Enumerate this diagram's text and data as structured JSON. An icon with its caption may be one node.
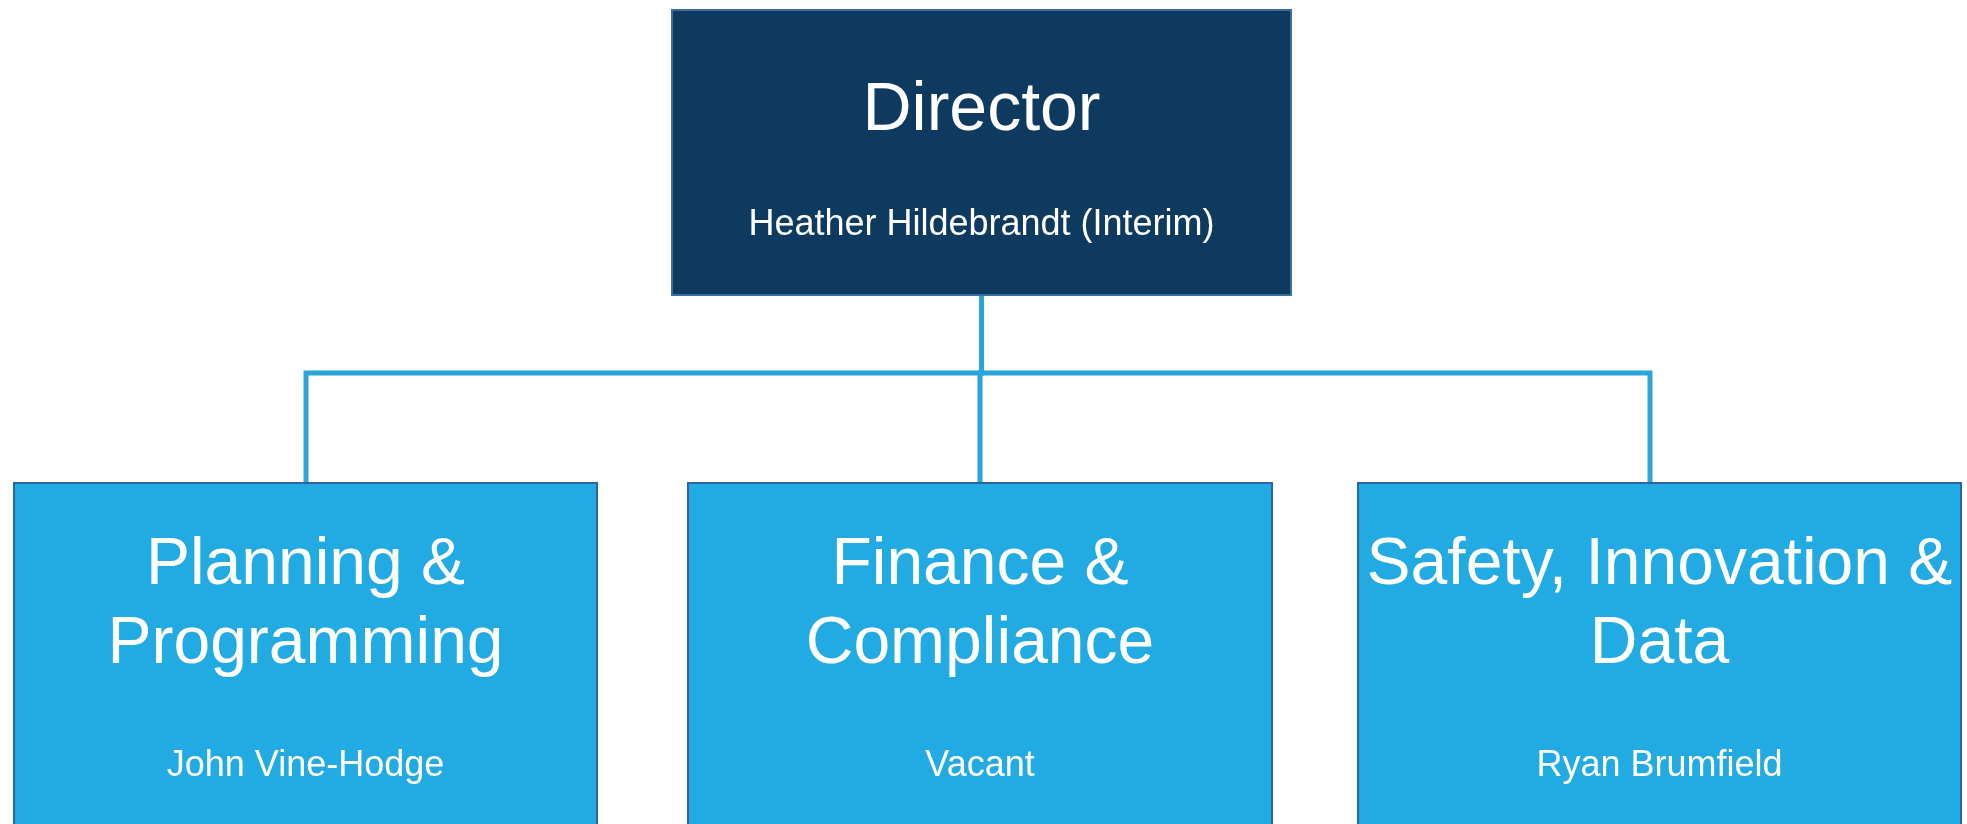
{
  "diagram": {
    "nodes": [
      {
        "text": [
          "Director",
          "Heather Hildebrandt (Interim)"
        ]
      },
      {
        "text": [
          "Planning & Programming",
          "John Vine-Hodge"
        ]
      },
      {
        "text": [
          "Finance & Compliance",
          "Vacant"
        ]
      },
      {
        "text": [
          "Safety, Innovation & Data",
          "Ryan Brumfield"
        ]
      }
    ],
    "edges": [
      {
        "from": 0,
        "to": 1,
        "arrow": "none"
      },
      {
        "from": 0,
        "to": 2,
        "arrow": "none"
      },
      {
        "from": 0,
        "to": 3,
        "arrow": "none"
      }
    ]
  }
}
